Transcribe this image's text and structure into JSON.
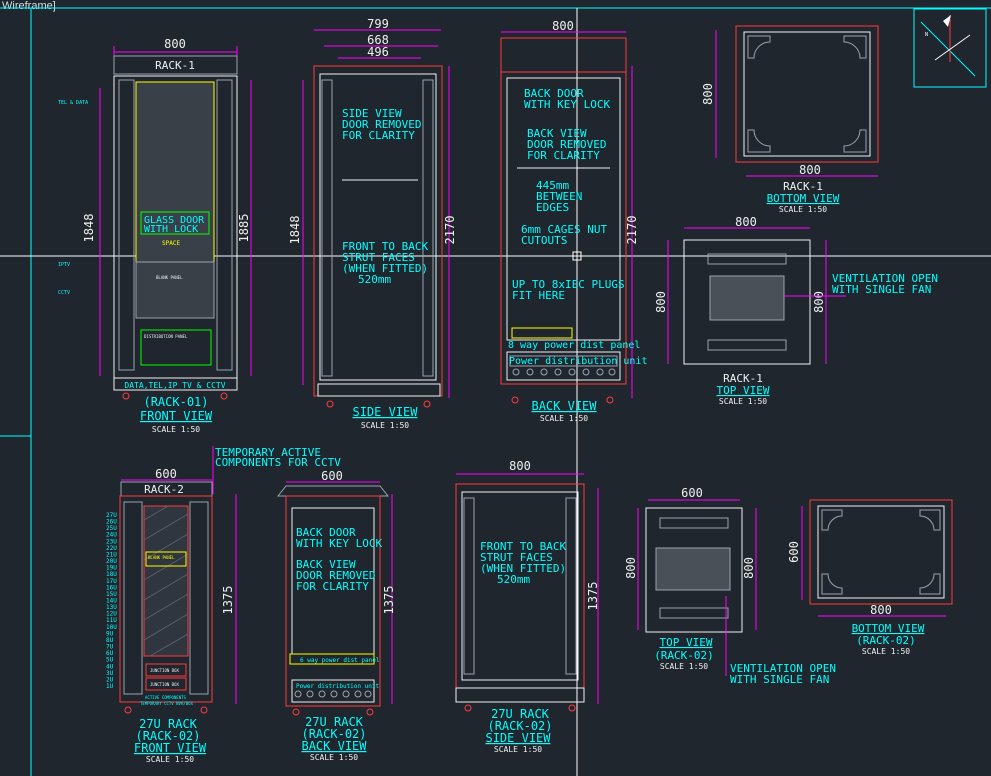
{
  "viewport": {
    "label": "Wireframe]"
  },
  "colors": {
    "bg": "#1f262e",
    "cyan": "#00ffff",
    "magenta": "#ff00ff",
    "red": "#ff3b3b",
    "white": "#f0f0f0",
    "gray": "#9aa3ad",
    "yellow": "#ffff00",
    "green": "#00ff00"
  },
  "rack1_front": {
    "dim_width": "800",
    "title": "RACK-1",
    "dim_h1": "1848",
    "dim_h2": "1885",
    "glass_note_1": "GLASS DOOR",
    "glass_note_2": "WITH LOCK",
    "space": "SPACE",
    "blank_panel": "BLANK PANEL",
    "tel_data": "TEL & DATA",
    "iptv": "IPTV",
    "cctv": "CCTV",
    "bottom_label": "DATA,TEL,IP TV & CCTV",
    "view_title_1": "(RACK-01)",
    "view_title_2": "FRONT VIEW",
    "scale": "SCALE 1:50",
    "pdu_note": "DISTRIBUTION PANEL"
  },
  "rack1_side": {
    "dim_1": "799",
    "dim_2": "668",
    "dim_3": "496",
    "dim_h1": "1848",
    "dim_h2": "2170",
    "note_1": "SIDE VIEW",
    "note_2": "DOOR REMOVED",
    "note_3": "FOR CLARITY",
    "strut_1": "FRONT TO BACK",
    "strut_2": "STRUT FACES",
    "strut_3": "(WHEN FITTED)",
    "strut_4": "520mm",
    "view_title": "SIDE VIEW",
    "scale": "SCALE 1:50"
  },
  "rack1_back": {
    "dim_width": "800",
    "dim_h": "2170",
    "door_1": "BACK DOOR",
    "door_2": "WITH KEY LOCK",
    "view_1": "BACK VIEW",
    "view_2": "DOOR REMOVED",
    "view_3": "FOR CLARITY",
    "edge_1": "445mm",
    "edge_2": "BETWEEN",
    "edge_3": "EDGES",
    "nut_1": "6mm CAGES NUT",
    "nut_2": "CUTOUTS",
    "iec_1": "UP TO 8xIEC PLUGS",
    "iec_2": "FIT HERE",
    "panel": "8 way power dist panel",
    "pdu": "Power distribution unit",
    "view_title": "BACK VIEW",
    "scale": "SCALE 1:50"
  },
  "rack1_bottom": {
    "dim_w": "800",
    "dim_h": "800",
    "title_1": "RACK-1",
    "title_2": "BOTTOM VIEW",
    "scale": "SCALE 1:50"
  },
  "rack1_top": {
    "dim_w": "800",
    "dim_h1": "800",
    "dim_h2": "800",
    "vent_1": "VENTILATION OPEN",
    "vent_2": "WITH SINGLE FAN",
    "title_1": "RACK-1",
    "title_2": "TOP VIEW",
    "scale": "SCALE 1:50"
  },
  "rack2_front": {
    "temp_1": "TEMPORARY ACTIVE",
    "temp_2": "COMPONENTS FOR CCTV",
    "dim_w": "600",
    "title": "RACK-2",
    "dim_h": "1375",
    "u_labels": [
      "27U",
      "26U",
      "25U",
      "24U",
      "23U",
      "22U",
      "21U",
      "20U",
      "19U",
      "18U",
      "17U",
      "16U",
      "15U",
      "14U",
      "13U",
      "12U",
      "11U",
      "10U",
      "9U",
      "8U",
      "7U",
      "6U",
      "5U",
      "4U",
      "3U",
      "2U",
      "1U"
    ],
    "junction_1": "JUNCTION BOX",
    "junction_2": "JUNCTION BOX",
    "active_1": "ACTIVE COMPONENTS",
    "active_2": "TEMPORARY CCTV NVR/BOX",
    "small_note": "BLANK PANEL",
    "view_1": "27U RACK",
    "view_2": "(RACK-02)",
    "view_3": "FRONT VIEW",
    "scale": "SCALE 1:50"
  },
  "rack2_back": {
    "dim_w": "600",
    "dim_h": "1375",
    "door_1": "BACK DOOR",
    "door_2": "WITH KEY LOCK",
    "view_1": "BACK VIEW",
    "view_2": "DOOR REMOVED",
    "view_3": "FOR CLARITY",
    "panel": "6 way power dist panel",
    "pdu": "Power distribution unit",
    "title_1": "27U RACK",
    "title_2": "(RACK-02)",
    "title_3": "BACK VIEW",
    "scale": "SCALE 1:50"
  },
  "rack2_side": {
    "dim_w": "800",
    "dim_h": "1375",
    "strut_1": "FRONT TO BACK",
    "strut_2": "STRUT FACES",
    "strut_3": "(WHEN FITTED)",
    "strut_4": "520mm",
    "title_1": "27U RACK",
    "title_2": "(RACK-02)",
    "title_3": "SIDE VIEW",
    "scale": "SCALE 1:50"
  },
  "rack2_top": {
    "dim_w": "600",
    "dim_h1": "800",
    "dim_h2": "800",
    "title_1": "TOP VIEW",
    "title_2": "(RACK-02)",
    "scale": "SCALE 1:50",
    "vent_1": "VENTILATION OPEN",
    "vent_2": "WITH SINGLE FAN"
  },
  "rack2_bottom": {
    "dim_w": "800",
    "dim_h": "600",
    "title_1": "BOTTOM VIEW",
    "title_2": "(RACK-02)",
    "scale": "SCALE 1:50"
  }
}
